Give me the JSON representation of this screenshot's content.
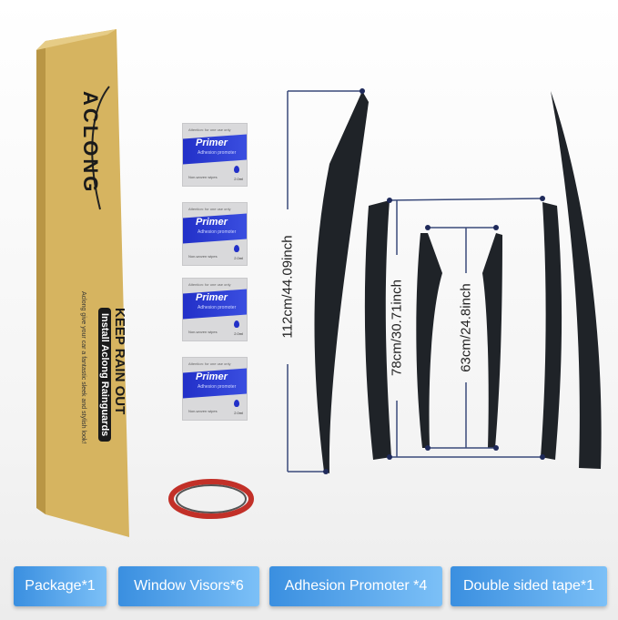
{
  "package": {
    "brand": "ACLONG",
    "headline": "KEEP RAIN OUT",
    "subheadline": "Install Aclong Rainguards",
    "tagline": "Aclong give your car a fantastic sleek and stylish look!"
  },
  "packet": {
    "brand": "Primer",
    "subtitle": "Adhesion promoter",
    "top_text": "Attention: for one use only",
    "bottom_text": "Non-woven wipes",
    "volume": "2.0ml"
  },
  "dimensions": {
    "long": "112cm/44.09inch",
    "medium": "78cm/30.71inch",
    "short": "63cm/24.8inch"
  },
  "tags": [
    {
      "label": "Package*1"
    },
    {
      "label": "Window Visors*6"
    },
    {
      "label": "Adhesion Promoter *4"
    },
    {
      "label": "Double sided tape*1"
    }
  ],
  "colors": {
    "box": "#d4b25e",
    "tag": "#4a9be6",
    "visor": "#1f2328",
    "dimension_line": "#3a4a7a"
  }
}
